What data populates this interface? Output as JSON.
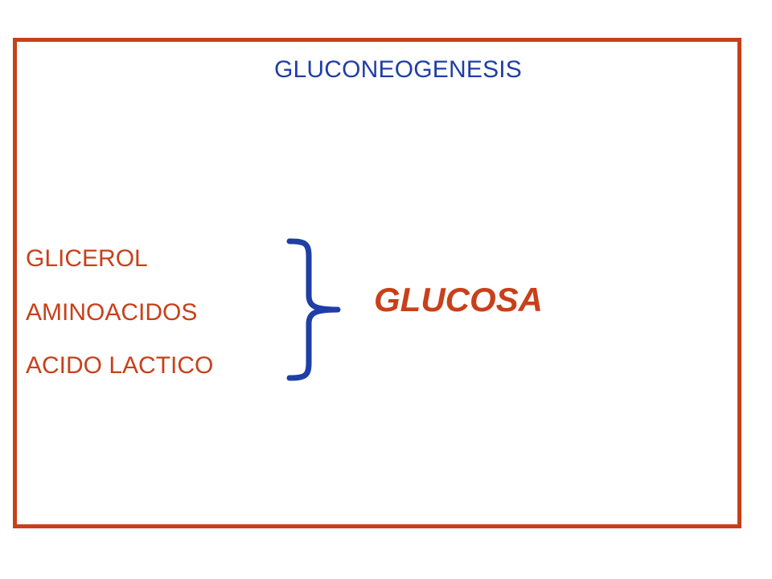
{
  "title": "GLUCONEOGENESIS",
  "substrates": [
    "GLICEROL",
    "AMINOACIDOS",
    "ACIDO LACTICO"
  ],
  "product": "GLUCOSA",
  "colors": {
    "frame": "#c8401a",
    "title": "#1f3fa6",
    "substrate_text": "#c8401a",
    "brace": "#1f3fa6",
    "product": "#c8401a"
  }
}
